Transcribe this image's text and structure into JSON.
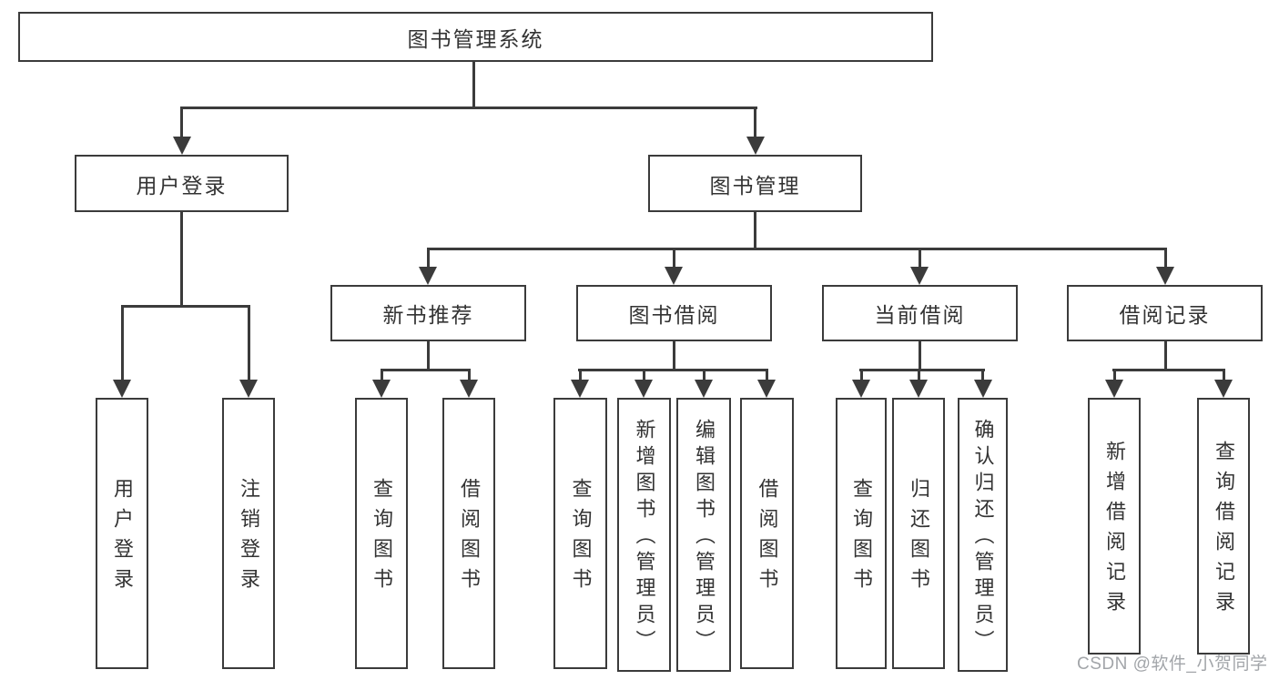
{
  "tree": {
    "label": "图书管理系统",
    "children": [
      {
        "label": "用户登录",
        "children": [
          {
            "label": "用户登录"
          },
          {
            "label": "注销登录"
          }
        ]
      },
      {
        "label": "图书管理",
        "children": [
          {
            "label": "新书推荐",
            "children": [
              {
                "label": "查询图书"
              },
              {
                "label": "借阅图书"
              }
            ]
          },
          {
            "label": "图书借阅",
            "children": [
              {
                "label": "查询图书"
              },
              {
                "label": "新增图书（管理员）"
              },
              {
                "label": "编辑图书（管理员）"
              },
              {
                "label": "借阅图书"
              }
            ]
          },
          {
            "label": "当前借阅",
            "children": [
              {
                "label": "查询图书"
              },
              {
                "label": "归还图书"
              },
              {
                "label": "确认归还（管理员）"
              }
            ]
          },
          {
            "label": "借阅记录",
            "children": [
              {
                "label": "新增借阅记录"
              },
              {
                "label": "查询借阅记录"
              }
            ]
          }
        ]
      }
    ]
  },
  "watermark": "CSDN @软件_小贺同学",
  "colors": {
    "line": "#3b3b3b",
    "text": "#333333",
    "watermark": "#a2a5a9",
    "background": "#ffffff"
  }
}
